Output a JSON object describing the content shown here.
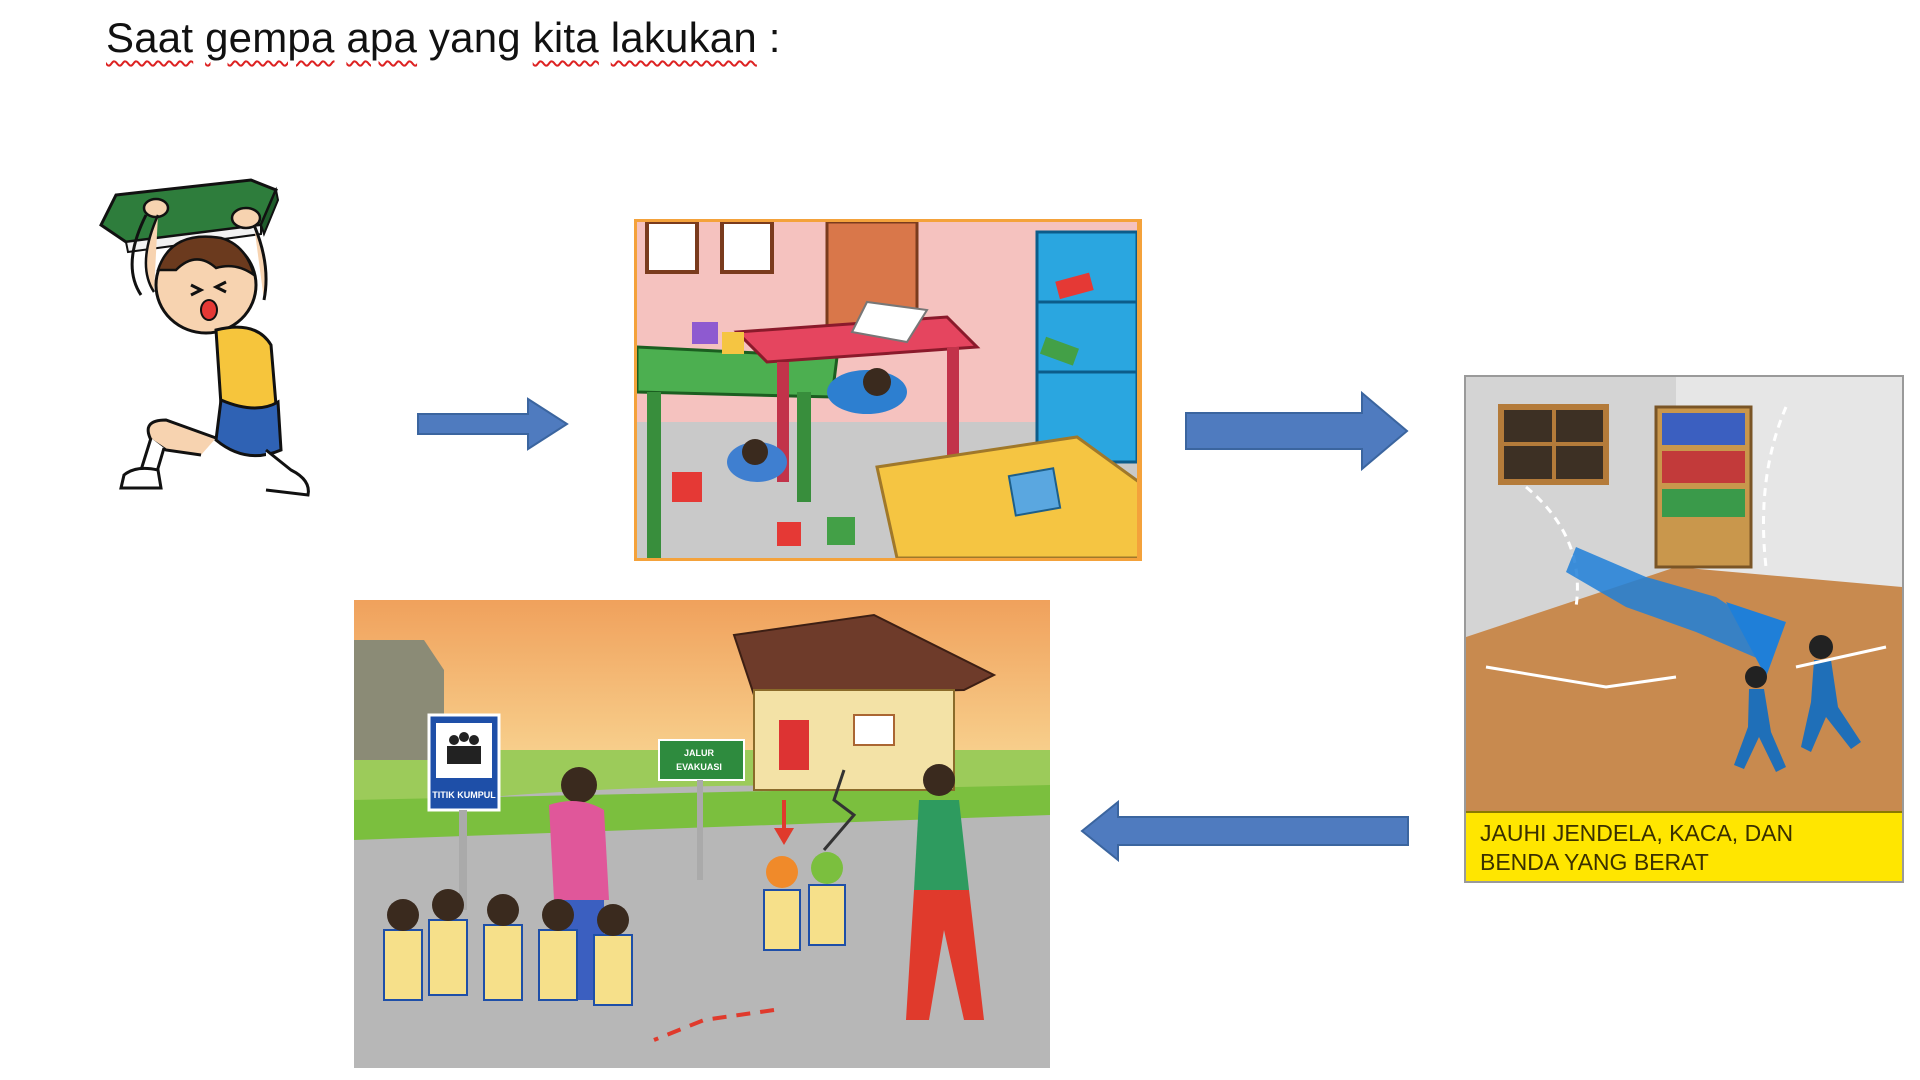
{
  "title": {
    "text": "Saat gempa apa yang kita lakukan :",
    "parts": [
      "Saat",
      " ",
      "gempa",
      " ",
      "apa",
      " yang ",
      "kita",
      " ",
      "lakukan",
      " :"
    ]
  },
  "panels": {
    "boy": {
      "description_name": "boy-covering-head-with-book"
    },
    "classroom": {
      "description_name": "kids-hiding-under-tables"
    },
    "avoid": {
      "caption_line1": "JAUHI JENDELA, KACA, DAN",
      "caption_line2": "BENDA YANG BERAT"
    },
    "assembly": {
      "sign_assembly": "TITIK KUMPUL",
      "sign_route_line1": "JALUR",
      "sign_route_line2": "EVAKUASI"
    }
  },
  "colors": {
    "arrow": "#4f7bbf",
    "arrow_edge": "#3b659f",
    "classroom_border": "#f4a23b",
    "caption_bg": "#ffe600"
  },
  "icons": [
    "arrow-right-icon",
    "arrow-right-icon",
    "arrow-left-icon"
  ]
}
